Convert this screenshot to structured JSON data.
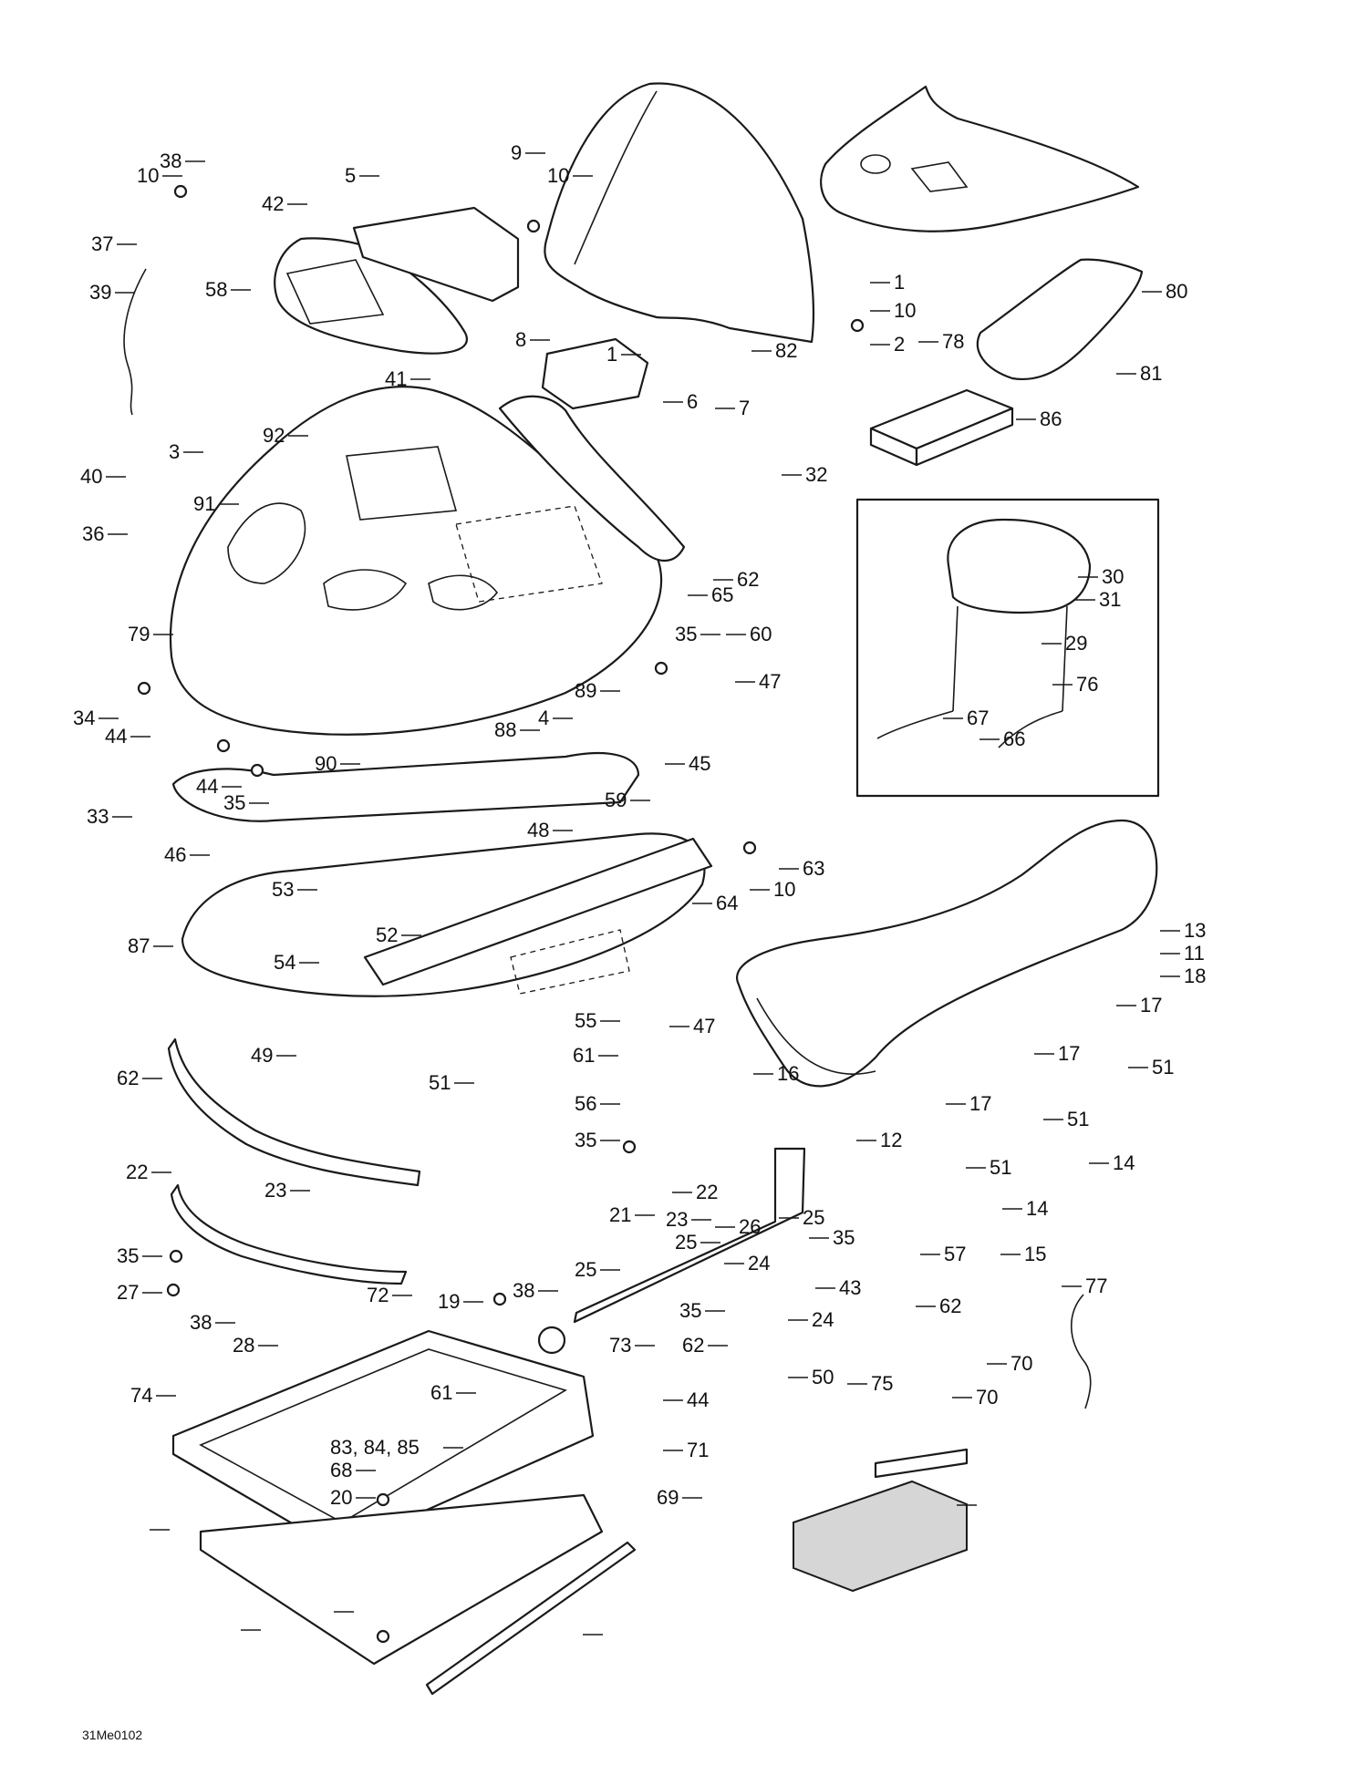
{
  "figure_code": "31Me0102",
  "callouts": [
    "10",
    "38",
    "37",
    "39",
    "9",
    "10",
    "5",
    "42",
    "58",
    "8",
    "1",
    "82",
    "1",
    "10",
    "2",
    "78",
    "80",
    "81",
    "86",
    "41",
    "6",
    "7",
    "32",
    "3",
    "92",
    "40",
    "91",
    "36",
    "79",
    "4",
    "88",
    "89",
    "65",
    "62",
    "30",
    "31",
    "29",
    "76",
    "67",
    "66",
    "35",
    "60",
    "47",
    "45",
    "34",
    "44",
    "44",
    "35",
    "33",
    "90",
    "46",
    "59",
    "63",
    "10",
    "64",
    "48",
    "53",
    "52",
    "87",
    "54",
    "55",
    "47",
    "61",
    "56",
    "35",
    "13",
    "11",
    "18",
    "16",
    "17",
    "17",
    "51",
    "17",
    "51",
    "12",
    "14",
    "14",
    "51",
    "15",
    "57",
    "62",
    "62",
    "49",
    "51",
    "22",
    "23",
    "22",
    "21",
    "23",
    "25",
    "25",
    "26",
    "24",
    "25",
    "24",
    "35",
    "35",
    "43",
    "50",
    "62",
    "35",
    "27",
    "28",
    "38",
    "72",
    "19",
    "38",
    "73",
    "77",
    "70",
    "74",
    "61",
    "44",
    "75",
    "70",
    "83, 84, 85",
    "68",
    "71",
    "20",
    "69"
  ]
}
